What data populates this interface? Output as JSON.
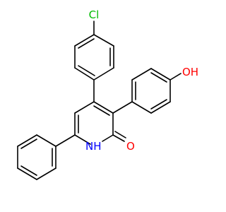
{
  "molecule": {
    "atoms": [
      {
        "id": "Cl",
        "label": "Cl",
        "color": "#00bb00"
      },
      {
        "id": "OH",
        "label": "OH",
        "color": "#ff0000"
      },
      {
        "id": "O",
        "label": "O",
        "color": "#ff0000"
      },
      {
        "id": "NH",
        "label": "NH",
        "color": "#0000ff"
      }
    ]
  }
}
